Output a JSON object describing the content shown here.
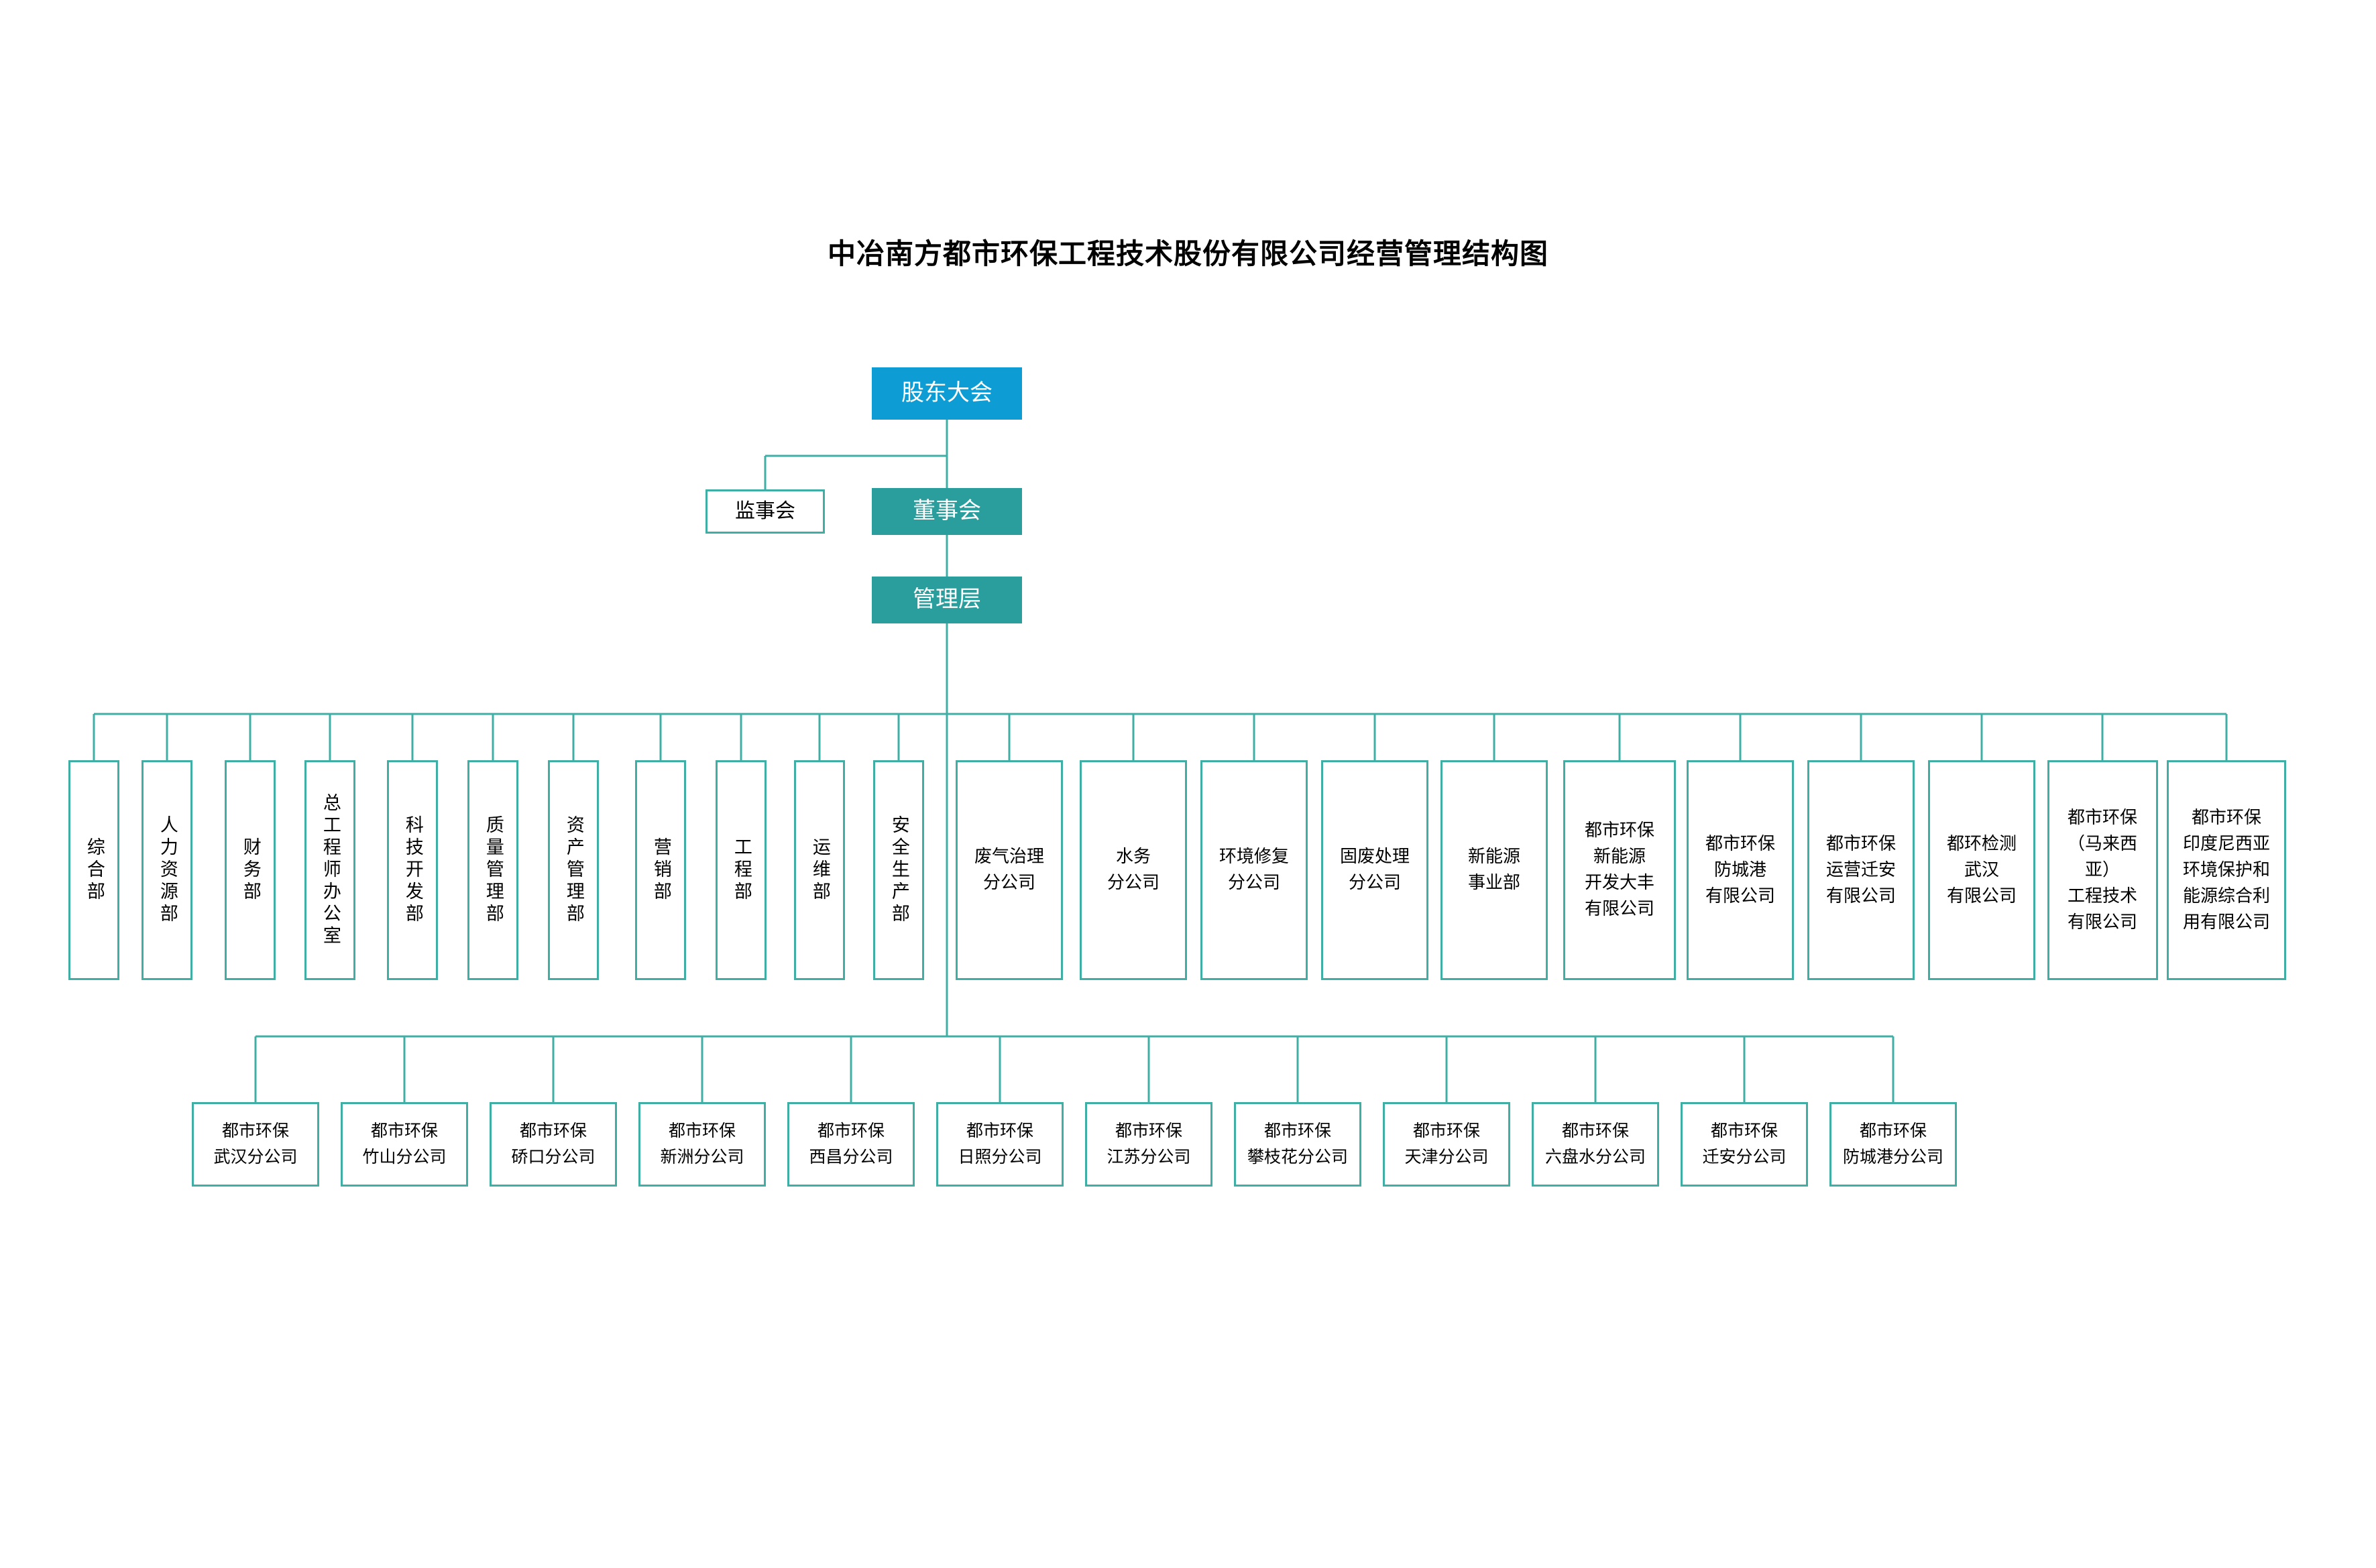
{
  "title": "中冶南方都市环保工程技术股份有限公司经营管理结构图",
  "colors": {
    "shareholders_fill": "#0D9DD4",
    "board_fill": "#2A9D9D",
    "box_border": "#3FAFA5",
    "connector": "#3FAFA5",
    "text_dark": "#000000",
    "text_light": "#FFFFFF"
  },
  "top": {
    "shareholders_meeting": "股东大会",
    "supervisory_board": "监事会",
    "board_of_directors": "董事会",
    "management": "管理层"
  },
  "departments": [
    {
      "id": "dept-zonghe",
      "label": "综合部"
    },
    {
      "id": "dept-renli",
      "label": "人力资源部"
    },
    {
      "id": "dept-caiwu",
      "label": "财务部"
    },
    {
      "id": "dept-zonggong",
      "label": "总工程师办公室"
    },
    {
      "id": "dept-keji",
      "label": "科技开发部"
    },
    {
      "id": "dept-zhiliang",
      "label": "质量管理部"
    },
    {
      "id": "dept-zichan",
      "label": "资产管理部"
    },
    {
      "id": "dept-yingxiao",
      "label": "营销部"
    },
    {
      "id": "dept-gongcheng",
      "label": "工程部"
    },
    {
      "id": "dept-yunwei",
      "label": "运维部"
    },
    {
      "id": "dept-anquan",
      "label": "安全生产部"
    }
  ],
  "business_units": [
    {
      "id": "bu-feiqi",
      "lines": [
        "废气治理",
        "分公司"
      ]
    },
    {
      "id": "bu-shuiwu",
      "lines": [
        "水务",
        "分公司"
      ]
    },
    {
      "id": "bu-huanjing",
      "lines": [
        "环境修复",
        "分公司"
      ]
    },
    {
      "id": "bu-gufei",
      "lines": [
        "固废处理",
        "分公司"
      ]
    },
    {
      "id": "bu-xinnengyuan",
      "lines": [
        "新能源",
        "事业部"
      ]
    },
    {
      "id": "bu-dafeng",
      "lines": [
        "都市环保",
        "新能源",
        "开发大丰",
        "有限公司"
      ]
    },
    {
      "id": "bu-fangchenggang",
      "lines": [
        "都市环保",
        "防城港",
        "有限公司"
      ]
    },
    {
      "id": "bu-qianan",
      "lines": [
        "都市环保",
        "运营迁安",
        "有限公司"
      ]
    },
    {
      "id": "bu-jiance",
      "lines": [
        "都环检测",
        "武汉",
        "有限公司"
      ]
    },
    {
      "id": "bu-malaixiya",
      "lines": [
        "都市环保",
        "（马来西亚）",
        "工程技术",
        "有限公司"
      ]
    },
    {
      "id": "bu-yindunixiya",
      "lines": [
        "都市环保",
        "印度尼西亚",
        "环境保护和",
        "能源综合利",
        "用有限公司"
      ]
    }
  ],
  "branch_offices": [
    {
      "id": "br-wuhan",
      "lines": [
        "都市环保",
        "武汉分公司"
      ]
    },
    {
      "id": "br-zhushan",
      "lines": [
        "都市环保",
        "竹山分公司"
      ]
    },
    {
      "id": "br-qiaokou",
      "lines": [
        "都市环保",
        "硚口分公司"
      ]
    },
    {
      "id": "br-xinzhou",
      "lines": [
        "都市环保",
        "新洲分公司"
      ]
    },
    {
      "id": "br-xichang",
      "lines": [
        "都市环保",
        "西昌分公司"
      ]
    },
    {
      "id": "br-rizhao",
      "lines": [
        "都市环保",
        "日照分公司"
      ]
    },
    {
      "id": "br-jiangsu",
      "lines": [
        "都市环保",
        "江苏分公司"
      ]
    },
    {
      "id": "br-panzhihua",
      "lines": [
        "都市环保",
        "攀枝花分公司"
      ]
    },
    {
      "id": "br-tianjin",
      "lines": [
        "都市环保",
        "天津分公司"
      ]
    },
    {
      "id": "br-liupanshui",
      "lines": [
        "都市环保",
        "六盘水分公司"
      ]
    },
    {
      "id": "br-qianan",
      "lines": [
        "都市环保",
        "迁安分公司"
      ]
    },
    {
      "id": "br-fangchenggang",
      "lines": [
        "都市环保",
        "防城港分公司"
      ]
    }
  ]
}
